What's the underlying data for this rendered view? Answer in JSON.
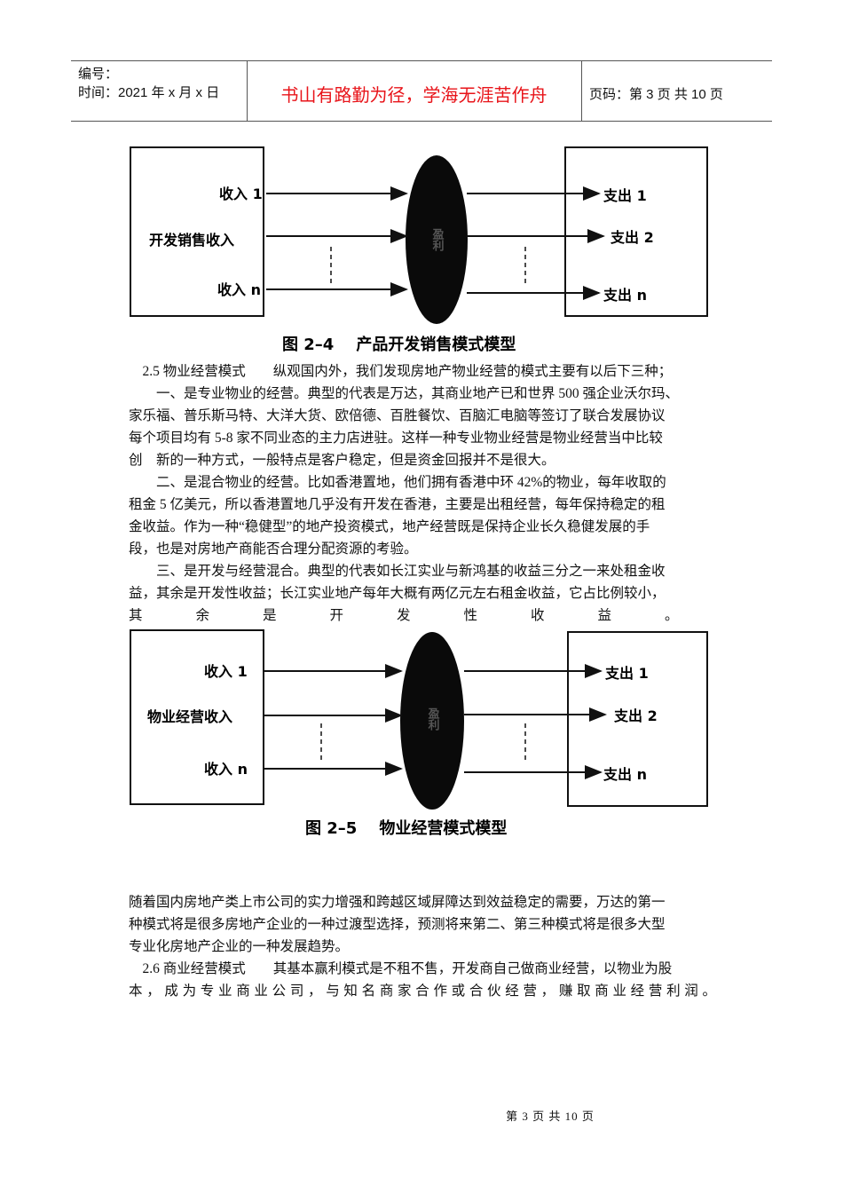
{
  "header": {
    "number_label": "编号：",
    "date_label": "时间：2021 年 x 月 x 日",
    "motto": "书山有路勤为径，学海无涯苦作舟",
    "page_info": "页码：第 3 页  共 10 页"
  },
  "figure1": {
    "left_labels": [
      "收入 1",
      "开发销售收入",
      "收入 n"
    ],
    "center_label": "盈利",
    "right_labels": [
      "支出 1",
      "支出 2",
      "支出 n"
    ],
    "caption": "图 2–4    产品开发销售模式模型"
  },
  "body1": [
    "　2.5 物业经营模式　　纵观国内外，我们发现房地产物业经营的模式主要有以后下三种；",
    "　　一、是专业物业的经营。典型的代表是万达，其商业地产已和世界 500 强企业沃尔玛、",
    "家乐福、普乐斯马特、大洋大货、欧倍德、百胜餐饮、百脑汇电脑等签订了联合发展协议",
    "每个项目均有 5-8 家不同业态的主力店进驻。这样一种专业物业经营是物业经营当中比较",
    "创　新的一种方式，一般特点是客户稳定，但是资金回报并不是很大。",
    "　　二、是混合物业的经营。比如香港置地，他们拥有香港中环 42%的物业，每年收取的",
    "租金 5 亿美元，所以香港置地几乎没有开发在香港，主要是出租经营，每年保持稳定的租",
    "金收益。作为一种“稳健型”的地产投资模式，地产经营既是保持企业长久稳健发展的手",
    "段，也是对房地产商能否合理分配资源的考验。",
    "　　三、是开发与经营混合。典型的代表如长江实业与新鸿基的收益三分之一来处租金收",
    "益，其余是开发性收益；长江实业地产每年大概有两亿元左右租金收益，它占比例较小，",
    "其余是开发性收益。"
  ],
  "figure2": {
    "left_labels": [
      "收入 1",
      "物业经营收入",
      "收入 n"
    ],
    "center_label": "盈利",
    "right_labels": [
      "支出 1",
      "支出 2",
      "支出 n"
    ],
    "caption": "图 2–5    物业经营模式模型"
  },
  "body2": [
    "随着国内房地产类上市公司的实力增强和跨越区域屏障达到效益稳定的需要，万达的第一",
    "种模式将是很多房地产企业的一种过渡型选择，预测将来第二、第三种模式将是很多大型",
    "专业化房地产企业的一种发展趋势。",
    "　2.6 商业经营模式　　其基本赢利模式是不租不售，开发商自己做商业经营，以物业为股",
    "本，成为专业商业公司，与知名商家合作或合伙经营，赚取商业经营利润。"
  ],
  "footer": "第 3 页 共 10 页",
  "colors": {
    "motto": "#e8141a"
  }
}
